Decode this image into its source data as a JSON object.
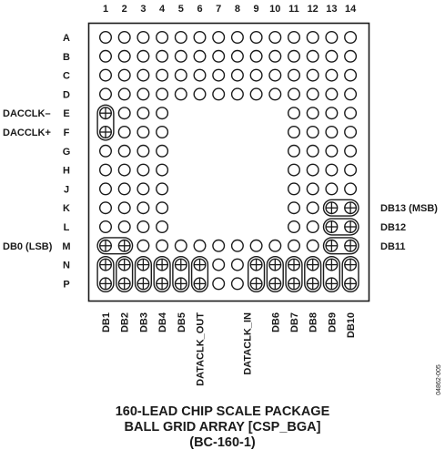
{
  "columns": [
    "1",
    "2",
    "3",
    "4",
    "5",
    "6",
    "7",
    "8",
    "9",
    "10",
    "11",
    "12",
    "13",
    "14"
  ],
  "rows": [
    "A",
    "B",
    "C",
    "D",
    "E",
    "F",
    "G",
    "H",
    "J",
    "K",
    "L",
    "M",
    "N",
    "P"
  ],
  "side_labels_left": [
    {
      "row": "E",
      "text": "DACCLK–"
    },
    {
      "row": "F",
      "text": "DACCLK+"
    },
    {
      "row": "M",
      "text": "DB0 (LSB)"
    }
  ],
  "side_labels_right": [
    {
      "row": "K",
      "text": "DB13 (MSB)"
    },
    {
      "row": "L",
      "text": "DB12"
    },
    {
      "row": "M",
      "text": "DB11"
    }
  ],
  "bottom_labels": [
    {
      "col": 1,
      "text": "DB1"
    },
    {
      "col": 2,
      "text": "DB2"
    },
    {
      "col": 3,
      "text": "DB3"
    },
    {
      "col": 4,
      "text": "DB4"
    },
    {
      "col": 5,
      "text": "DB5"
    },
    {
      "col": 6,
      "text": "DATACLK_OUT"
    },
    {
      "col": 8.5,
      "text": "DATACLK_IN"
    },
    {
      "col": 10,
      "text": "DB6"
    },
    {
      "col": 11,
      "text": "DB7"
    },
    {
      "col": 12,
      "text": "DB8"
    },
    {
      "col": 13,
      "text": "DB9"
    },
    {
      "col": 14,
      "text": "DB10"
    }
  ],
  "figure_id": "04862-005",
  "caption": {
    "line1": "160-LEAD CHIP SCALE PACKAGE",
    "line2": "BALL GRID ARRAY [CSP_BGA]",
    "line3": "(BC-160-1)"
  },
  "pairs": [
    {
      "a": [
        "E",
        1
      ],
      "b": [
        "F",
        1
      ],
      "dir": "v"
    },
    {
      "a": [
        "M",
        1
      ],
      "b": [
        "M",
        2
      ],
      "dir": "h"
    },
    {
      "a": [
        "K",
        13
      ],
      "b": [
        "K",
        14
      ],
      "dir": "h"
    },
    {
      "a": [
        "L",
        13
      ],
      "b": [
        "L",
        14
      ],
      "dir": "h"
    },
    {
      "a": [
        "M",
        13
      ],
      "b": [
        "M",
        14
      ],
      "dir": "h"
    },
    {
      "a": [
        "N",
        1
      ],
      "b": [
        "P",
        1
      ],
      "dir": "v"
    },
    {
      "a": [
        "N",
        2
      ],
      "b": [
        "P",
        2
      ],
      "dir": "v"
    },
    {
      "a": [
        "N",
        3
      ],
      "b": [
        "P",
        3
      ],
      "dir": "v"
    },
    {
      "a": [
        "N",
        4
      ],
      "b": [
        "P",
        4
      ],
      "dir": "v"
    },
    {
      "a": [
        "N",
        5
      ],
      "b": [
        "P",
        5
      ],
      "dir": "v"
    },
    {
      "a": [
        "N",
        6
      ],
      "b": [
        "P",
        6
      ],
      "dir": "v"
    },
    {
      "a": [
        "N",
        9
      ],
      "b": [
        "P",
        9
      ],
      "dir": "v"
    },
    {
      "a": [
        "N",
        10
      ],
      "b": [
        "P",
        10
      ],
      "dir": "v"
    },
    {
      "a": [
        "N",
        11
      ],
      "b": [
        "P",
        11
      ],
      "dir": "v"
    },
    {
      "a": [
        "N",
        12
      ],
      "b": [
        "P",
        12
      ],
      "dir": "v"
    },
    {
      "a": [
        "N",
        13
      ],
      "b": [
        "P",
        13
      ],
      "dir": "v"
    },
    {
      "a": [
        "N",
        14
      ],
      "b": [
        "P",
        14
      ],
      "dir": "v"
    }
  ],
  "empty_center": {
    "rows": [
      "E",
      "F",
      "G",
      "H",
      "J",
      "K",
      "L"
    ],
    "cols_from": 5,
    "cols_to": 10
  },
  "colors": {
    "line": "#1a1a1a",
    "background": "#ffffff"
  }
}
